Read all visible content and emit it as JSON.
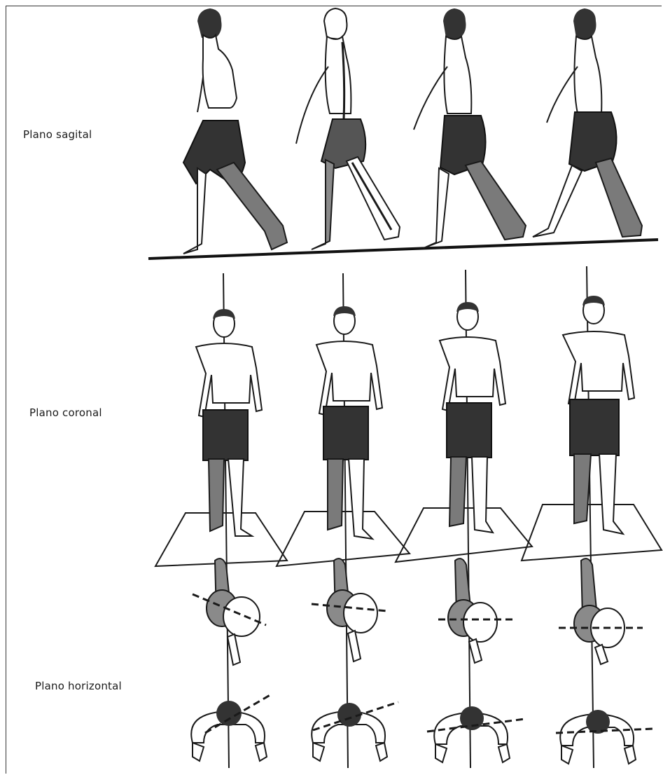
{
  "labels": {
    "sagittal": "Plano sagital",
    "coronal": "Plano coronal",
    "horizontal": "Plano horizontal"
  },
  "colors": {
    "ink": "#1a1a1a",
    "shorts": "#333333",
    "shaded_leg": "#7a7a7a",
    "ground": "#111111"
  },
  "sagittal_figures": [
    {
      "phase": 1,
      "variant": "plain"
    },
    {
      "phase": 2,
      "variant": "skeleton"
    },
    {
      "phase": 3,
      "variant": "plain"
    },
    {
      "phase": 4,
      "variant": "plain"
    }
  ],
  "coronal_figures": [
    {
      "phase": 1
    },
    {
      "phase": 2
    },
    {
      "phase": 3
    },
    {
      "phase": 4
    }
  ],
  "pelvis_views": [
    {
      "phase": 1
    },
    {
      "phase": 2
    },
    {
      "phase": 3
    },
    {
      "phase": 4
    }
  ],
  "shoulder_views": [
    {
      "phase": 1
    },
    {
      "phase": 2
    },
    {
      "phase": 3
    },
    {
      "phase": 4
    }
  ]
}
